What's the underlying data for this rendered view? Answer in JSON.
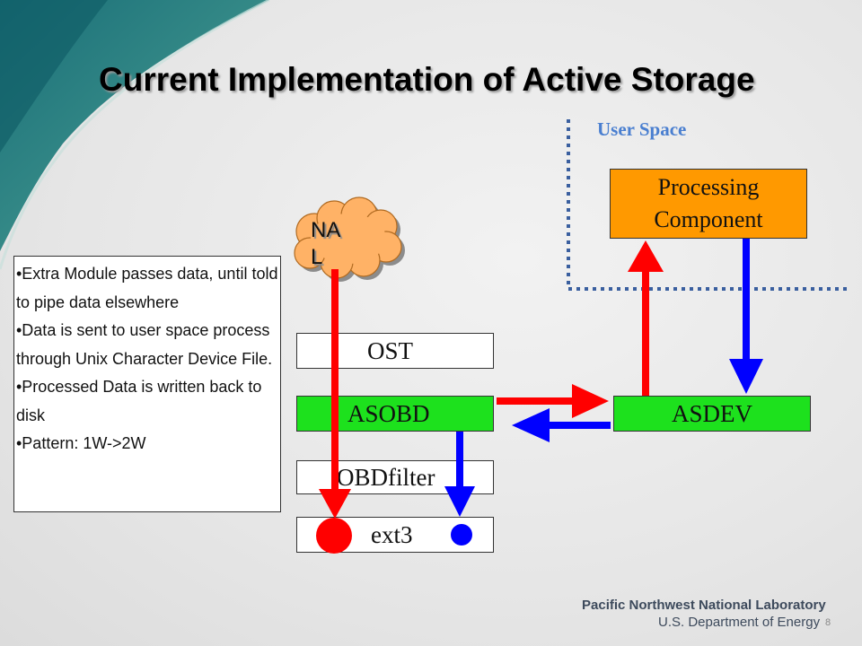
{
  "title": "Current Implementation of Active Storage",
  "user_space_label": "User Space",
  "boxes": {
    "processing_line1": "Processing",
    "processing_line2": "Component",
    "ost": "OST",
    "asobd": "ASOBD",
    "asdev": "ASDEV",
    "obdfilter": "OBDfilter",
    "ext3": "ext3"
  },
  "nal": {
    "line1": "NA",
    "line2": "L"
  },
  "notes": [
    "•Extra Module passes data, until told to pipe data elsewhere",
    "•Data is sent to user space process through Unix Character Device File.",
    "•Processed Data is written back to disk",
    "•Pattern: 1W->2W"
  ],
  "footer": {
    "org": "Pacific Northwest National Laboratory",
    "dept": "U.S. Department of Energy",
    "page": "8"
  },
  "colors": {
    "orange": "#ff9900",
    "green": "#1de11d",
    "red": "#ff0000",
    "blue": "#0000ff",
    "cloud": "#ffb266",
    "user_space_border": "#3a5f9f"
  }
}
